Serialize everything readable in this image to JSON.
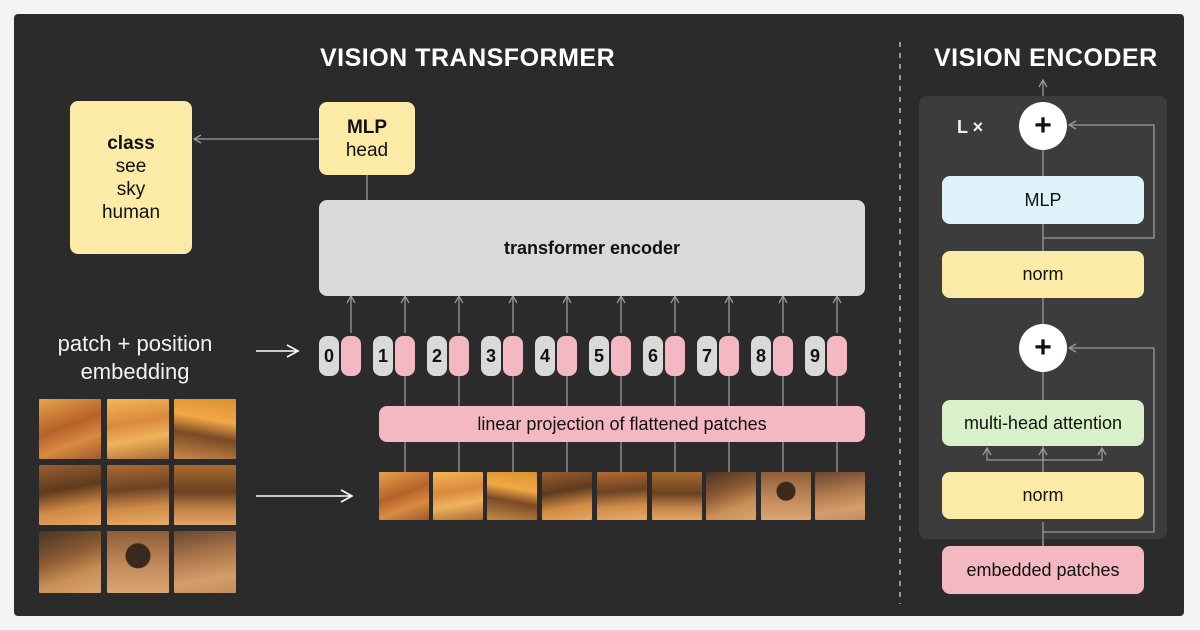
{
  "titles": {
    "left": "VISION TRANSFORMER",
    "right": "VISION ENCODER"
  },
  "class_box": {
    "heading": "class",
    "items": [
      "see",
      "sky",
      "human"
    ]
  },
  "mlp_head": {
    "line1": "MLP",
    "line2": "head"
  },
  "transformer_encoder": "transformer encoder",
  "embedding_label": {
    "line1": "patch + position",
    "line2": "embedding"
  },
  "tokens": [
    "0",
    "1",
    "2",
    "3",
    "4",
    "5",
    "6",
    "7",
    "8",
    "9"
  ],
  "linear_projection": "linear projection of flattened patches",
  "encoder_block": {
    "repeat": "L ×",
    "plus_symbol": "+",
    "mlp": "MLP",
    "norm_top": "norm",
    "attention": "multi-head attention",
    "norm_bottom": "norm",
    "input": "embedded patches"
  },
  "colors": {
    "background": "#2b2b2b",
    "yellow": "#fbeba6",
    "pink": "#f4b8c2",
    "gray": "#d9d9d9",
    "blue": "#ddf3f9",
    "green": "#d8f1c9",
    "line": "#9a9a9a"
  }
}
